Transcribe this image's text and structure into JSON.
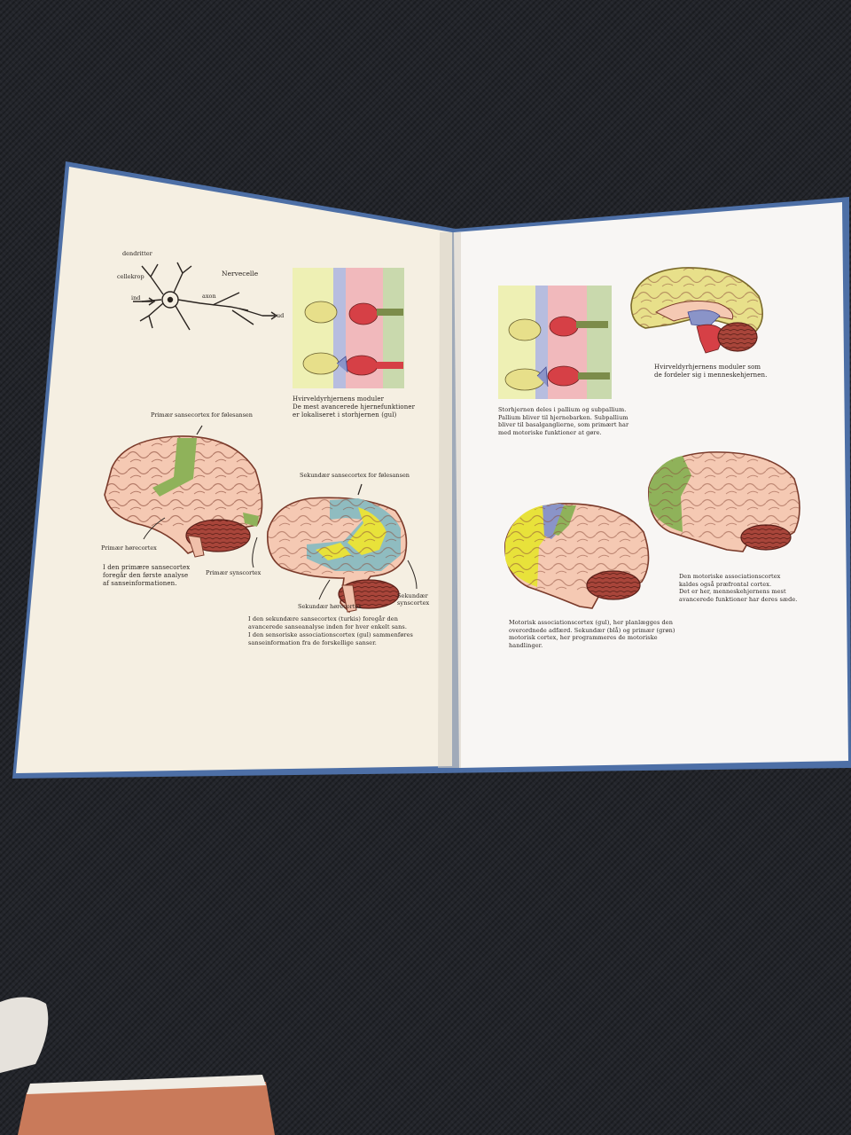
{
  "left_page": {
    "neuron": {
      "labels": {
        "dendrites": "dendritter",
        "cell_body": "cellekrop",
        "in": "ind",
        "title": "Nervecelle",
        "axon": "axon",
        "out": "ud"
      }
    },
    "vertebrate_diagram": {
      "caption": "Hvirveldyrhjernens moduler\nDe mest avancerede hjernefunktioner\ner lokaliseret i storhjernen (gul)"
    },
    "sensory": {
      "top_label": "Primær sansecortex for følesansen",
      "secondary_label": "Sekundær sansecortex for følesansen",
      "primary_auditory": "Primær hørecortex",
      "primary_visual": "Primær synscortex",
      "secondary_auditory": "Sekundær hørecortex",
      "secondary_visual": "Sekundær\nsynscortex",
      "caption_primary": "I den primære sansecortex\nforegår den første analyse\naf sanseinformationen.",
      "caption_secondary": "I den sekundære sansecortex (turkis) foregår den\navancerede sanseanalyse inden for hver enkelt sans.\nI den sensoriske associationscortex (gul) sammenføres\nsanseinformation fra de forskellige sanser."
    }
  },
  "right_page": {
    "pallium_caption": "Storhjernen deles i pallium og subpallium.\nPallium bliver til hjernebarken. Subpallium\nbliver til basalganglierne, som primært har\nmed motoriske funktioner at gøre.",
    "midsagittal_caption": "Hvirveldyrhjernens moduler som\nde fordeler sig i menneskehjernen.",
    "prefrontal_caption": "Den motoriske associationscortex\nkaldes også præfrontal cortex.\nDet er her, menneskehjernens mest\navancerede funktioner har deres sæde.",
    "motor_caption": "Motorisk associationscortex (gul), her planlægges den\noverordnede adfærd. Sekundær (blå) og primær (grøn)\nmotorisk cortex, her programmeres de motoriske\nhandlinger."
  },
  "colors": {
    "page_left": "#f5efe2",
    "page_right": "#f8f6f4",
    "cover_blue": "#4d6fa6",
    "brain_pink": "#f5c9b3",
    "green": "#8fb25a",
    "yellow": "#e8e23a",
    "teal": "#8fbcc0",
    "cerebellum": "#a8453a",
    "blue": "#8a94c8"
  }
}
